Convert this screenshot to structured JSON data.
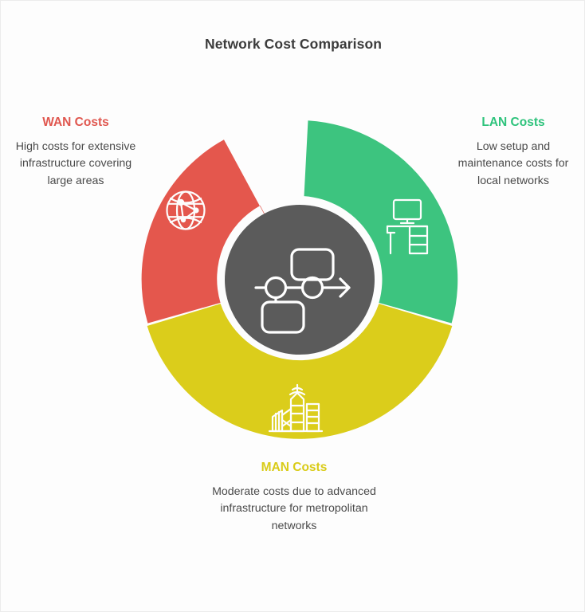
{
  "page": {
    "title": "Network Cost Comparison",
    "background_color": "#fdfdfd"
  },
  "chart_data": {
    "type": "pie",
    "title": "Network Cost Comparison",
    "subtitle": "",
    "xlabel": "",
    "ylabel": "",
    "legend_position": "around-chart",
    "grid": false,
    "shape": "donut",
    "center_icon": "network-flowchart-icon",
    "center_color": "#5b5b5b",
    "categories": [
      "WAN Costs",
      "LAN Costs",
      "MAN Costs"
    ],
    "values": [
      33.3,
      33.3,
      33.3
    ],
    "colors": [
      "#e4574d",
      "#3dc47f",
      "#dbcd1b"
    ],
    "segments": [
      {
        "key": "wan",
        "label": "WAN Costs",
        "description": "High costs for extensive infrastructure covering large areas",
        "color": "#e4574d",
        "heading_color": "#e0574f",
        "icon": "globe-network-icon",
        "start_angle_deg": 240,
        "end_angle_deg": 360,
        "share_percent": 33.3,
        "text_position": "left"
      },
      {
        "key": "lan",
        "label": "LAN Costs",
        "description": "Low setup and maintenance costs for local networks",
        "color": "#3dc47f",
        "heading_color": "#2ec37c",
        "icon": "desktop-computer-icon",
        "start_angle_deg": 0,
        "end_angle_deg": 120,
        "share_percent": 33.3,
        "text_position": "right"
      },
      {
        "key": "man",
        "label": "MAN Costs",
        "description": "Moderate costs due to advanced infrastructure for metropolitan networks",
        "color": "#dbcd1b",
        "heading_color": "#d9cb17",
        "icon": "city-buildings-icon",
        "start_angle_deg": 120,
        "end_angle_deg": 240,
        "share_percent": 33.3,
        "text_position": "bottom"
      }
    ]
  },
  "blocks": {
    "wan": {
      "heading": "WAN Costs",
      "body": "High costs for extensive infrastructure covering large areas"
    },
    "lan": {
      "heading": "LAN Costs",
      "body": "Low setup and maintenance costs for local networks"
    },
    "man": {
      "heading": "MAN Costs",
      "body": "Moderate costs due to advanced infrastructure for metropolitan networks"
    }
  }
}
